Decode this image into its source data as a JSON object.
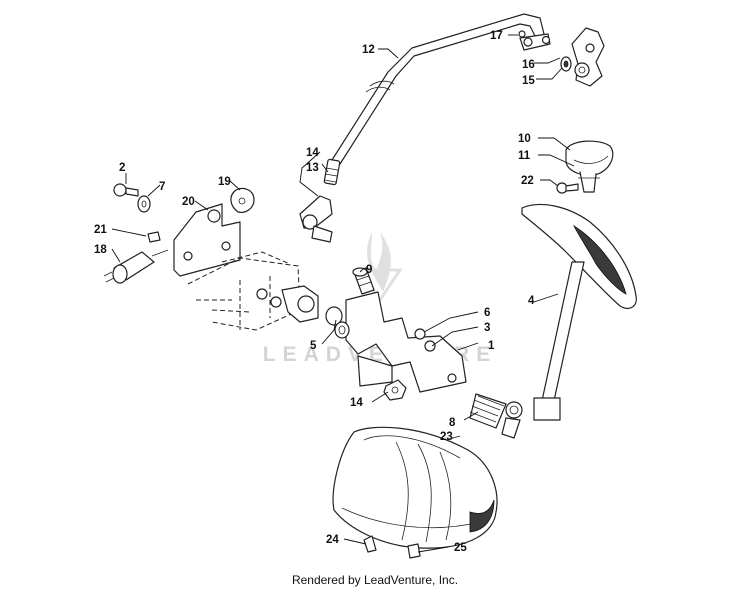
{
  "callouts": [
    {
      "id": "c1",
      "label": "1"
    },
    {
      "id": "c2",
      "label": "2"
    },
    {
      "id": "c3",
      "label": "3"
    },
    {
      "id": "c4",
      "label": "4"
    },
    {
      "id": "c5",
      "label": "5"
    },
    {
      "id": "c6",
      "label": "6"
    },
    {
      "id": "c7",
      "label": "7"
    },
    {
      "id": "c8",
      "label": "8"
    },
    {
      "id": "c9",
      "label": "9"
    },
    {
      "id": "c10",
      "label": "10"
    },
    {
      "id": "c11",
      "label": "11"
    },
    {
      "id": "c12",
      "label": "12"
    },
    {
      "id": "c13",
      "label": "13"
    },
    {
      "id": "c14a",
      "label": "14"
    },
    {
      "id": "c14b",
      "label": "14"
    },
    {
      "id": "c15",
      "label": "15"
    },
    {
      "id": "c16",
      "label": "16"
    },
    {
      "id": "c17",
      "label": "17"
    },
    {
      "id": "c18",
      "label": "18"
    },
    {
      "id": "c19",
      "label": "19"
    },
    {
      "id": "c20",
      "label": "20"
    },
    {
      "id": "c21",
      "label": "21"
    },
    {
      "id": "c22",
      "label": "22"
    },
    {
      "id": "c23",
      "label": "23"
    },
    {
      "id": "c24",
      "label": "24"
    },
    {
      "id": "c25",
      "label": "25"
    }
  ],
  "watermark": "LEADVENTURE",
  "footer": "Rendered by LeadVenture, Inc."
}
